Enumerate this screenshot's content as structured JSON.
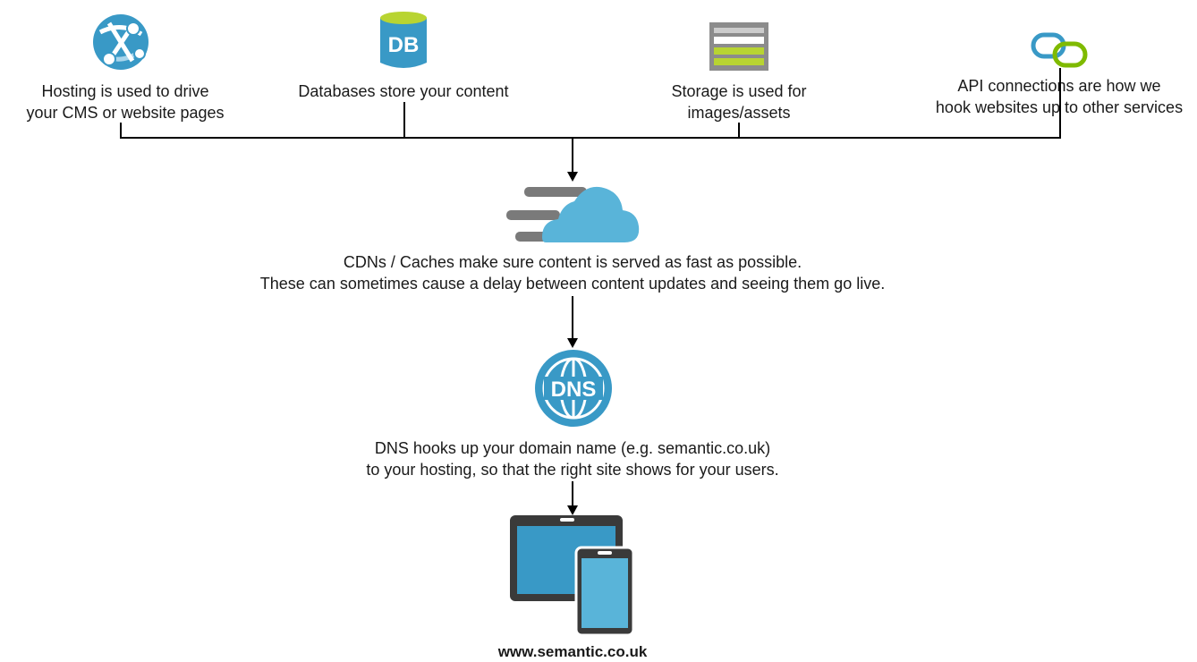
{
  "nodes": {
    "hosting": {
      "label_line1": "Hosting is used to drive",
      "label_line2": "your CMS or website pages",
      "icon": "web-app-icon"
    },
    "databases": {
      "label": "Databases store your content",
      "icon": "database-icon",
      "icon_text": "DB"
    },
    "storage": {
      "label_line1": "Storage is used for",
      "label_line2": "images/assets",
      "icon": "storage-icon"
    },
    "api": {
      "label_line1": "API connections are how we",
      "label_line2": "hook websites up to other services",
      "icon": "link-icon"
    },
    "cdn": {
      "label_line1": "CDNs / Caches make sure content is served as fast as possible.",
      "label_line2": "These can sometimes cause a delay between content updates and seeing them go live.",
      "icon": "cdn-cloud-icon"
    },
    "dns": {
      "label_line1": "DNS hooks up your domain name (e.g. semantic.co.uk)",
      "label_line2": "to your hosting, so that the right site shows for your users.",
      "icon": "dns-globe-icon",
      "icon_text": "DNS"
    },
    "devices": {
      "caption": "www.semantic.co.uk",
      "icon": "devices-icon"
    }
  },
  "colors": {
    "azure_blue": "#3999C6",
    "db_green": "#B8D432",
    "storage_gray": "#8C8C8C",
    "storage_green": "#B8D432",
    "link_blue": "#3999C6",
    "link_green": "#7FBA00",
    "cloud_blue": "#59B4D9",
    "speed_gray": "#7A7A7A",
    "device_dark": "#3A3A3A",
    "screen_blue": "#3999C6"
  }
}
